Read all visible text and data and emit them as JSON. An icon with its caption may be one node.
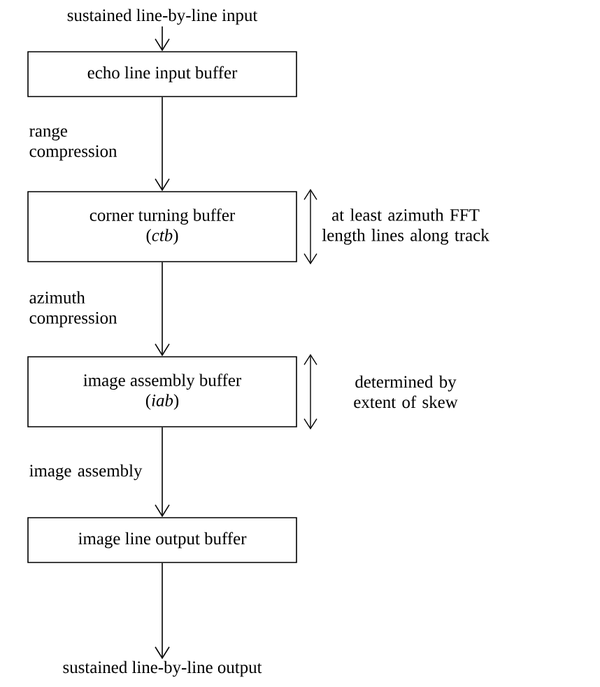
{
  "diagram": {
    "nodes": [
      {
        "text": [
          "sustained line-by-line input"
        ]
      },
      {
        "text": [
          "echo line input buffer"
        ]
      },
      {
        "text": [
          "corner turning buffer",
          "(*ctb*)"
        ],
        "beside": [
          "at least azimuth FFT length lines along track"
        ]
      },
      {
        "text": [
          "image assembly buffer",
          "(*iab*)"
        ],
        "beside": [
          "determined by extent of skew"
        ]
      },
      {
        "text": [
          "image line output buffer"
        ]
      },
      {
        "text": [
          "sustained line-by-line output"
        ]
      }
    ],
    "edges": [
      {
        "from": 0,
        "to": 1,
        "arrow": "to"
      },
      {
        "from": 1,
        "to": 2,
        "arrow": "to",
        "label": "range compression"
      },
      {
        "from": 2,
        "to": 3,
        "arrow": "to",
        "label": "azimuth compression"
      },
      {
        "from": 3,
        "to": 4,
        "arrow": "to",
        "label": "image assembly"
      },
      {
        "from": 4,
        "to": 5,
        "arrow": "to"
      }
    ]
  }
}
